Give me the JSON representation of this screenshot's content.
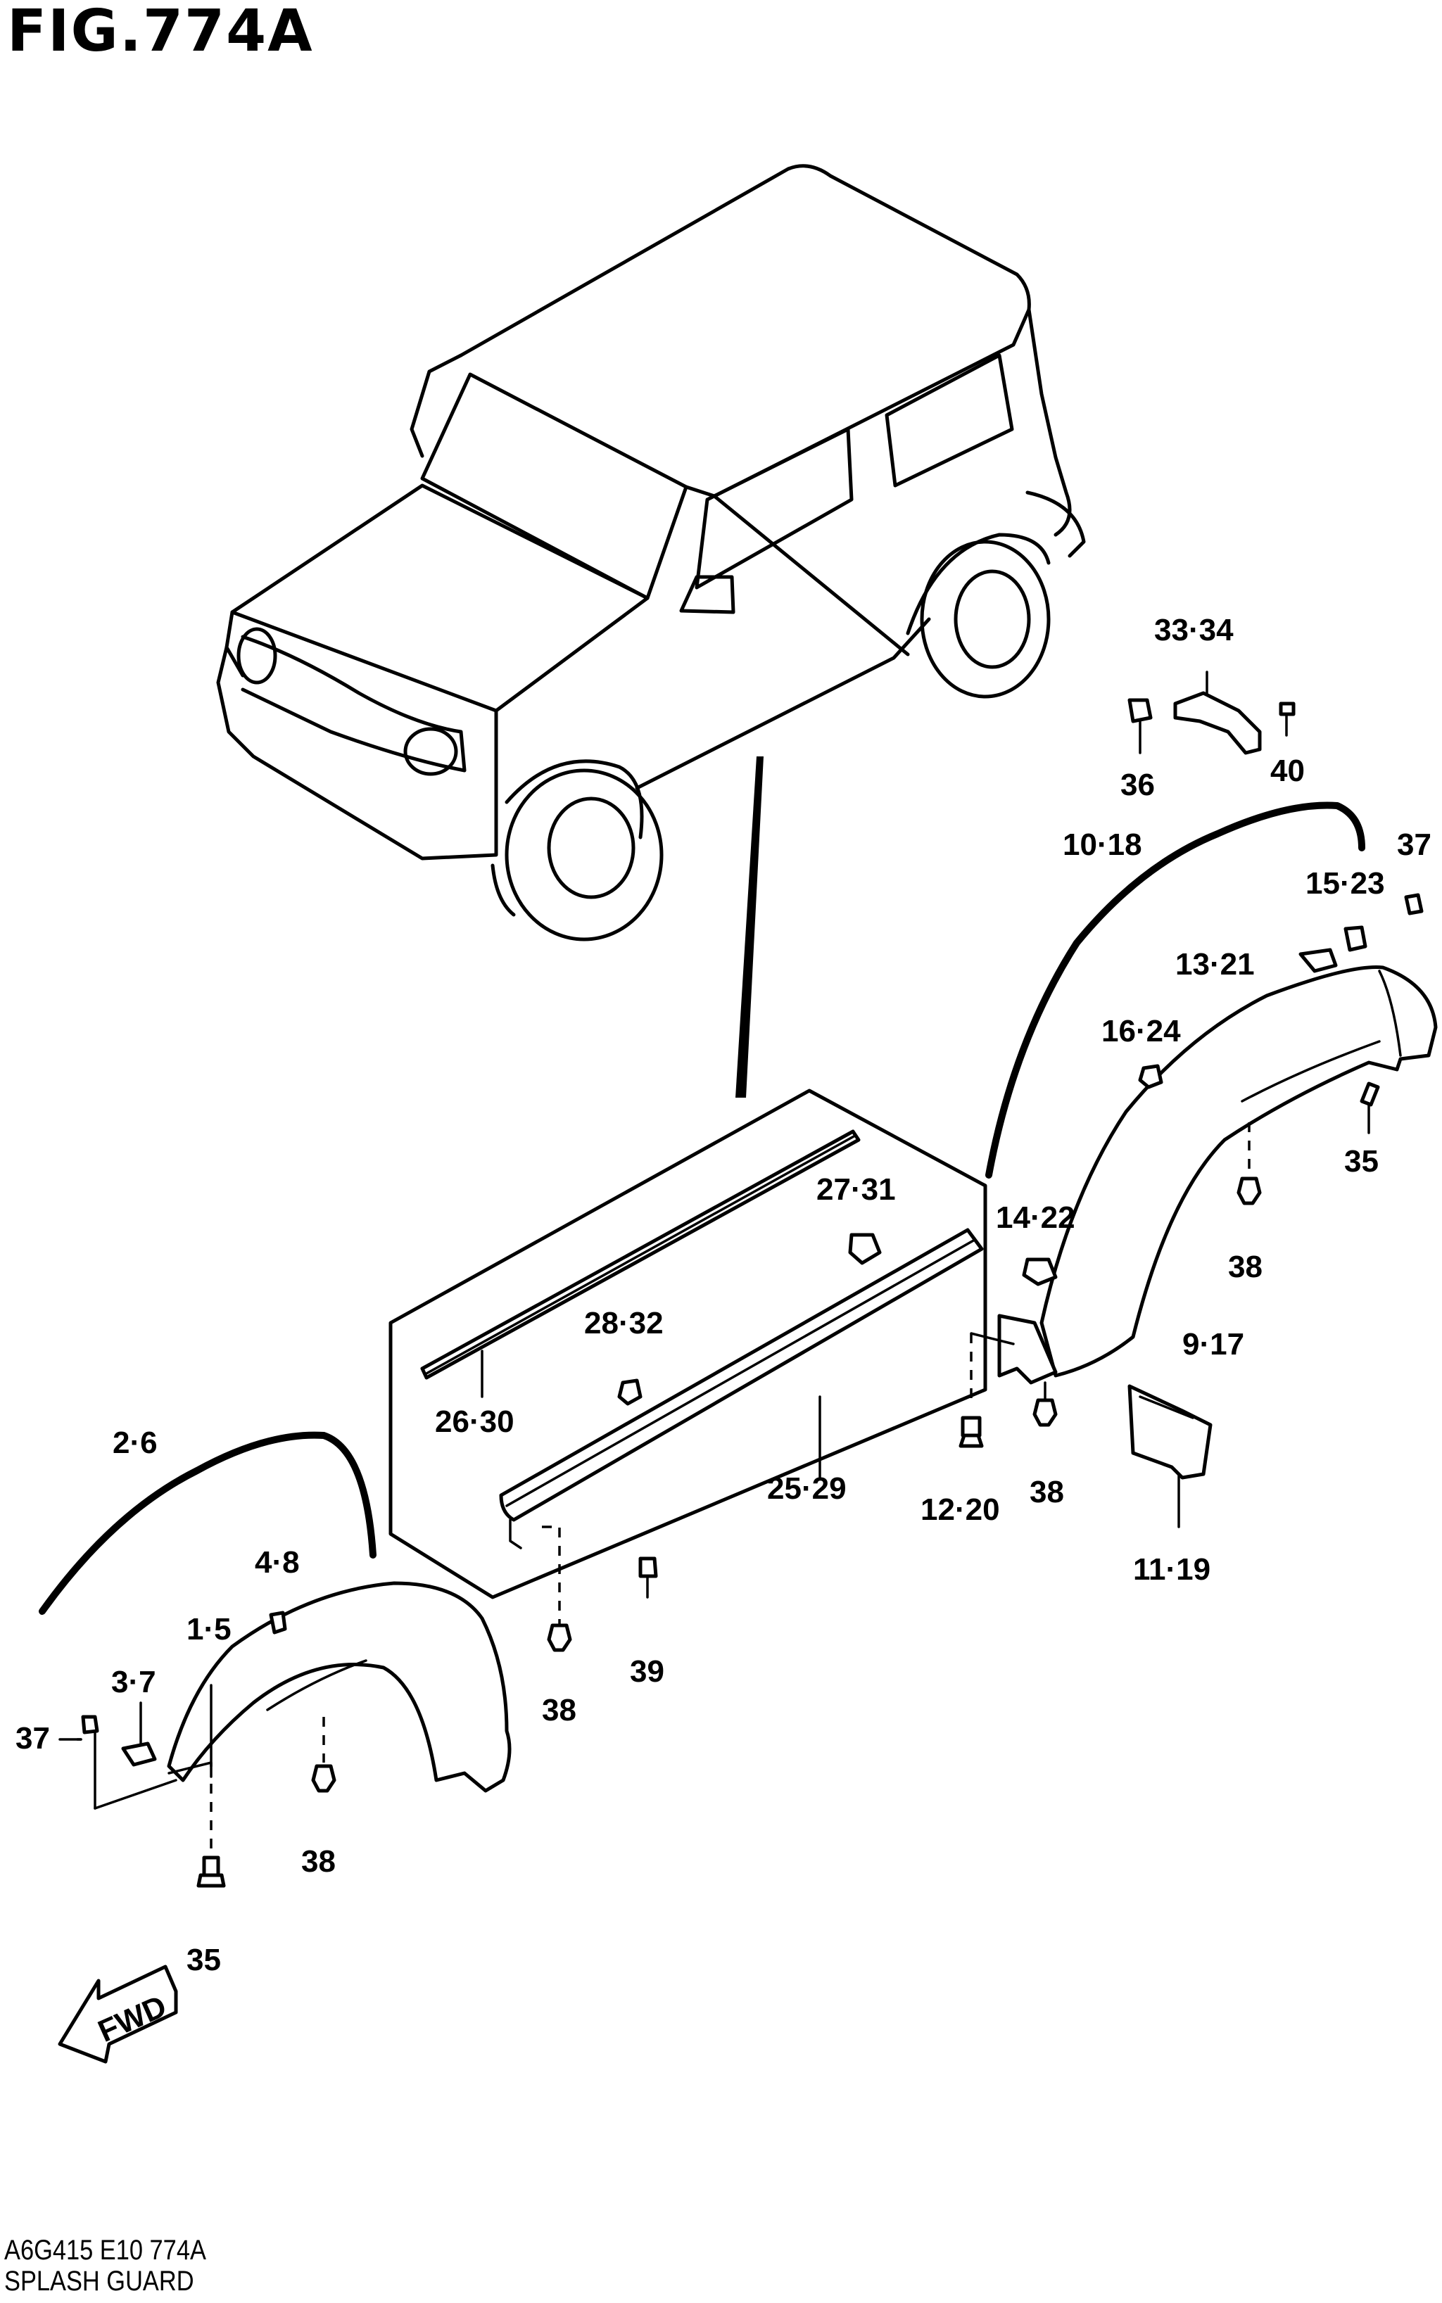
{
  "figure": {
    "title": "FIG.774A",
    "code": "A6G415 E10 774A",
    "name": "SPLASH GUARD"
  },
  "callouts": {
    "c33_34": "33·34",
    "c36": "36",
    "c40": "40",
    "c10_18": "10·18",
    "c37_right": "37",
    "c15_23": "15·23",
    "c13_21": "13·21",
    "c16_24": "16·24",
    "c35_right": "35",
    "c27_31": "27·31",
    "c14_22": "14·22",
    "c38_right": "38",
    "c28_32": "28·32",
    "c9_17": "9·17",
    "c2_6": "2·6",
    "c26_30": "26·30",
    "c38_mid": "38",
    "c25_29": "25·29",
    "c12_20": "12·20",
    "c11_19": "11·19",
    "c4_8": "4·8",
    "c1_5": "1·5",
    "c3_7": "3·7",
    "c37_left": "37",
    "c38_inner": "38",
    "c39": "39",
    "c38_left": "38",
    "c35_left": "35"
  },
  "fwd_arrow": {
    "label": "FWD"
  }
}
